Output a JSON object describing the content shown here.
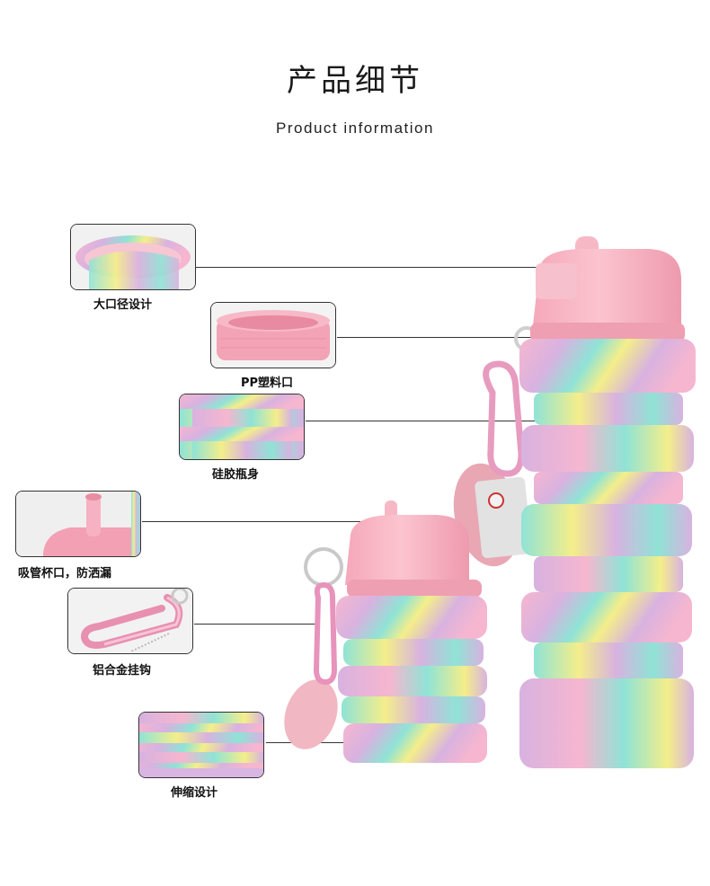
{
  "header": {
    "title": "产品细节",
    "subtitle": "Product information"
  },
  "features": [
    {
      "label": "大口径设计"
    },
    {
      "label": "PP塑料口"
    },
    {
      "label": "硅胶瓶身"
    },
    {
      "label": "吸管杯口，防洒漏"
    },
    {
      "label": "铝合金挂钩"
    },
    {
      "label": "伸缩设计"
    }
  ],
  "colors": {
    "pink": "#f4a9b8",
    "lavender": "#d8b2e0",
    "mint": "#8fe3d6",
    "yellow": "#f4ee8a",
    "peach": "#f7c8a8"
  }
}
